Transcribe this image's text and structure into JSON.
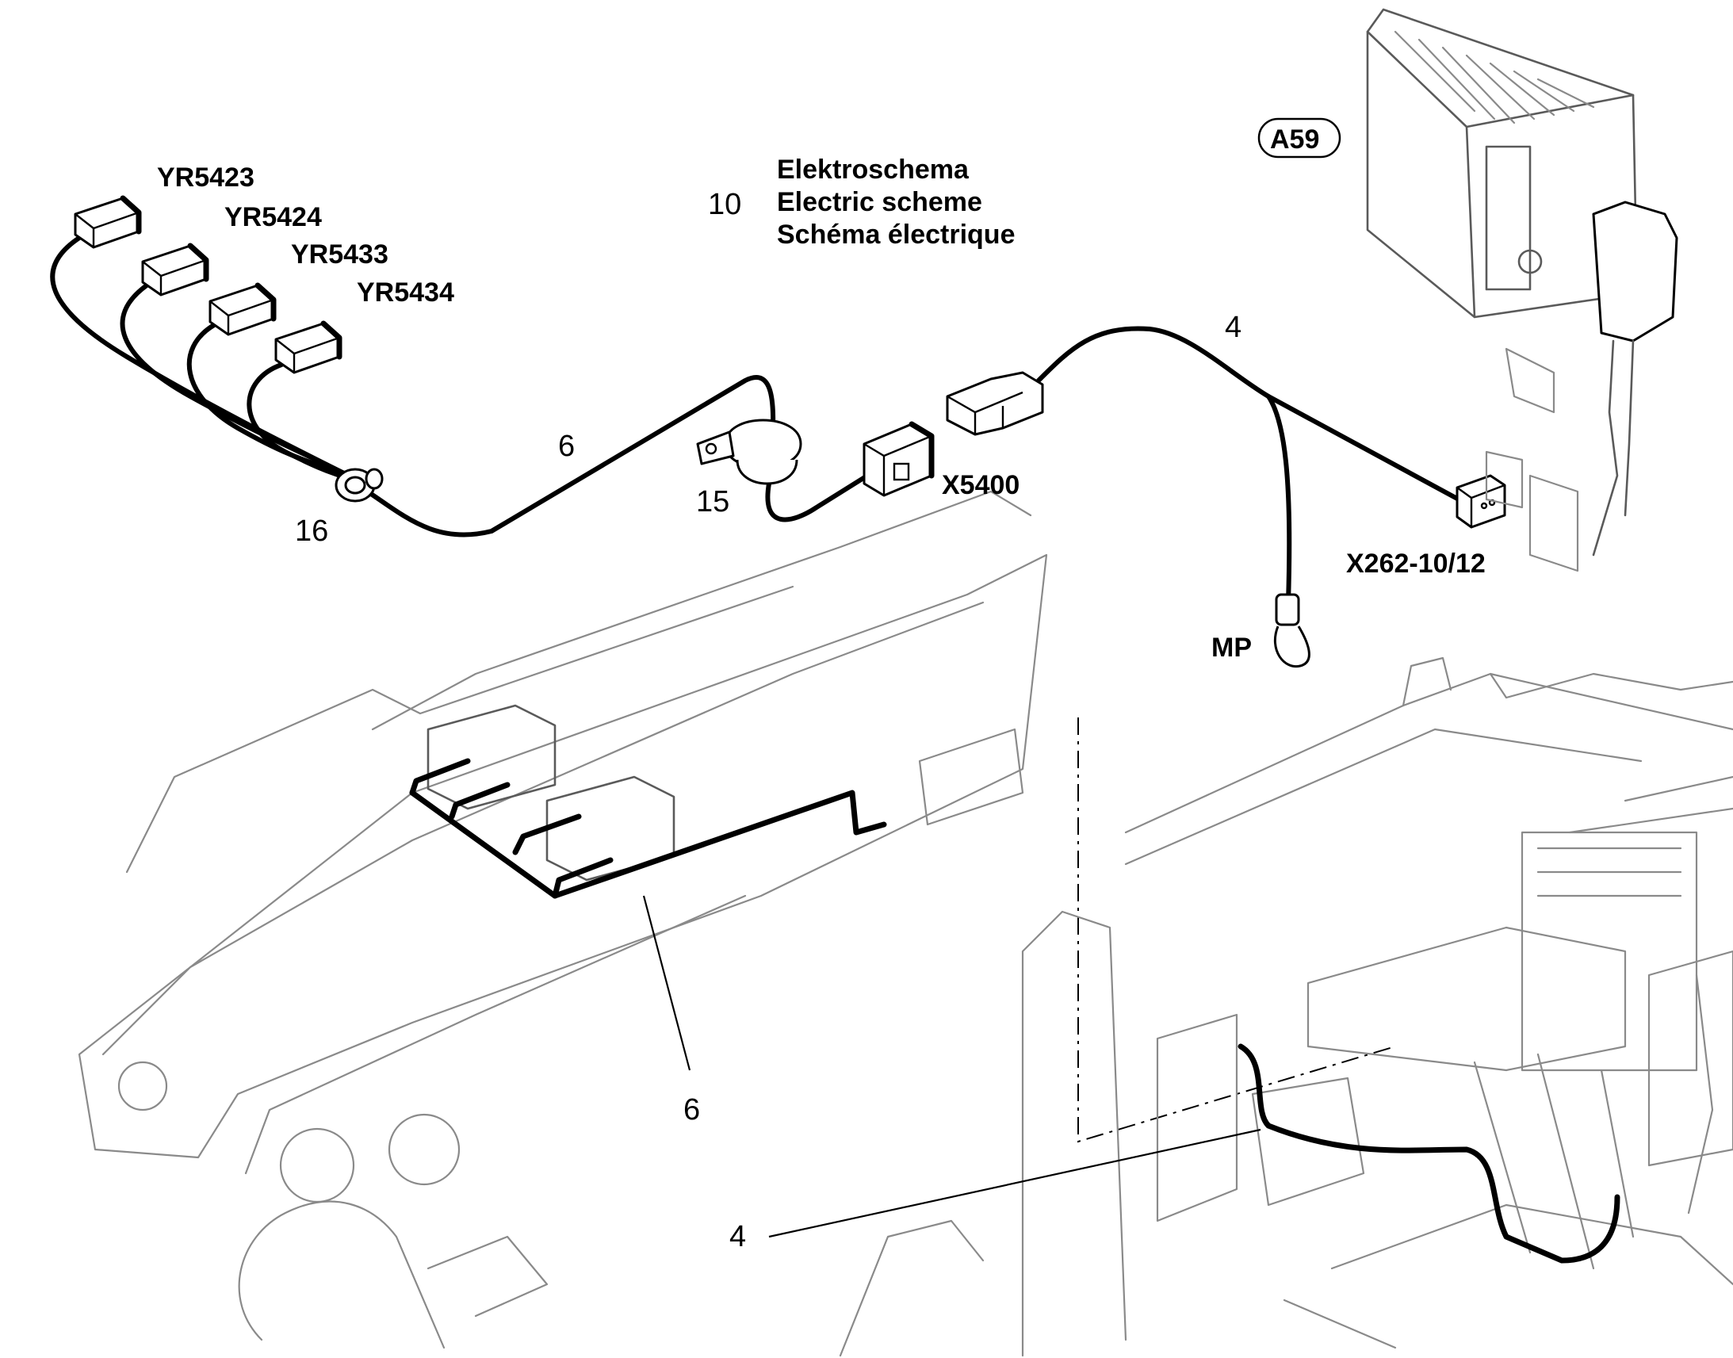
{
  "labels": {
    "yr5423": "YR5423",
    "yr5424": "YR5424",
    "yr5433": "YR5433",
    "yr5434": "YR5434",
    "item10": "10",
    "scheme_de": "Elektroschema",
    "scheme_en": "Electric scheme",
    "scheme_fr": "Schéma électrique",
    "a59": "A59",
    "item4_top": "4",
    "item6_top": "6",
    "item15": "15",
    "item16": "16",
    "x5400": "X5400",
    "x262": "X262-10/12",
    "mp": "MP",
    "item6_bottom": "6",
    "item4_bottom": "4"
  }
}
